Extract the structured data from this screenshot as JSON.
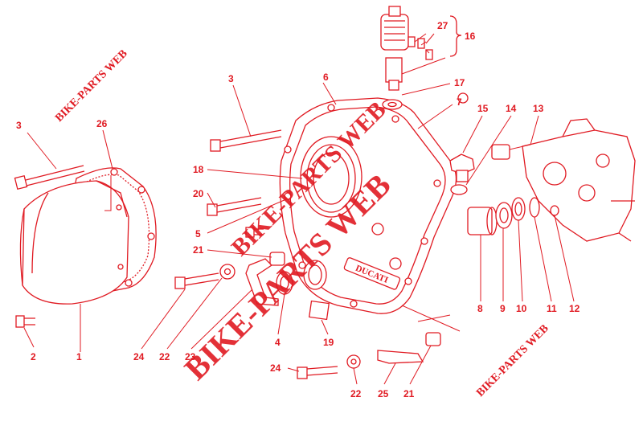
{
  "diagram": {
    "brand_text": "DUCATI",
    "accent_color": "#e01a22",
    "watermarks": {
      "small": "BIKE-PARTS WEB",
      "large_left": "BIKE-PARTS WEB",
      "large_center": "BIKE-PARTS WEB"
    },
    "callouts": [
      {
        "id": "c27",
        "label": "27"
      },
      {
        "id": "c16",
        "label": "16"
      },
      {
        "id": "c3a",
        "label": "3"
      },
      {
        "id": "c6",
        "label": "6"
      },
      {
        "id": "c17",
        "label": "17"
      },
      {
        "id": "c7",
        "label": "7"
      },
      {
        "id": "c15",
        "label": "15"
      },
      {
        "id": "c14",
        "label": "14"
      },
      {
        "id": "c13",
        "label": "13"
      },
      {
        "id": "c3b",
        "label": "3"
      },
      {
        "id": "c26",
        "label": "26"
      },
      {
        "id": "c18",
        "label": "18"
      },
      {
        "id": "c20",
        "label": "20"
      },
      {
        "id": "c5",
        "label": "5"
      },
      {
        "id": "c21a",
        "label": "21"
      },
      {
        "id": "c2",
        "label": "2"
      },
      {
        "id": "c1",
        "label": "1"
      },
      {
        "id": "c24a",
        "label": "24"
      },
      {
        "id": "c22a",
        "label": "22"
      },
      {
        "id": "c23",
        "label": "23"
      },
      {
        "id": "c4",
        "label": "4"
      },
      {
        "id": "c19",
        "label": "19"
      },
      {
        "id": "c8",
        "label": "8"
      },
      {
        "id": "c9",
        "label": "9"
      },
      {
        "id": "c10",
        "label": "10"
      },
      {
        "id": "c11",
        "label": "11"
      },
      {
        "id": "c12",
        "label": "12"
      },
      {
        "id": "c24b",
        "label": "24"
      },
      {
        "id": "c22b",
        "label": "22"
      },
      {
        "id": "c25",
        "label": "25"
      },
      {
        "id": "c21b",
        "label": "21"
      }
    ]
  }
}
